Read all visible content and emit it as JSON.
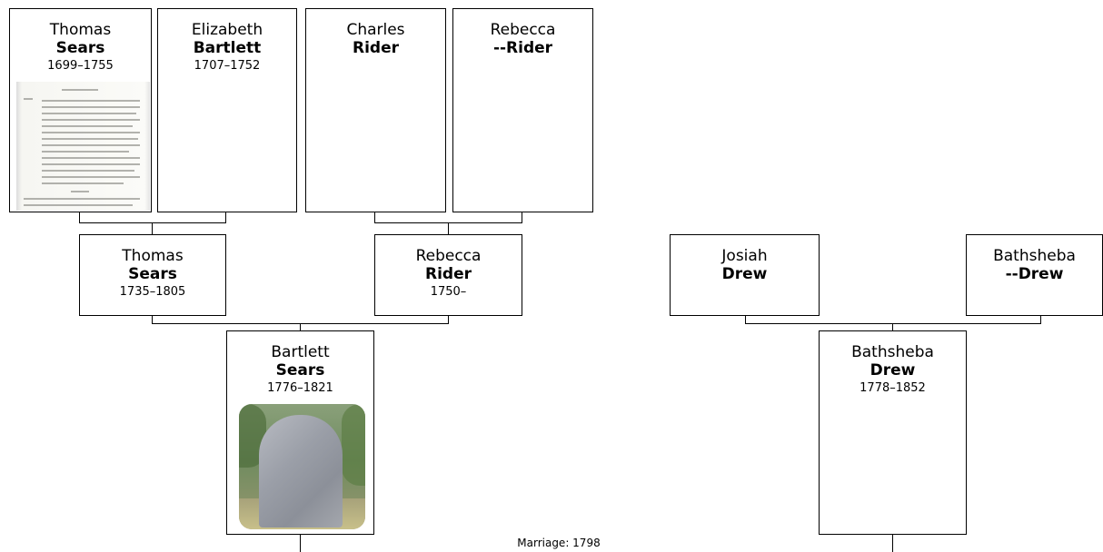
{
  "people": {
    "thomas_sr": {
      "given": "Thomas",
      "surname": "Sears",
      "dates": "1699–1755"
    },
    "elizabeth": {
      "given": "Elizabeth",
      "surname": "Bartlett",
      "dates": "1707–1752"
    },
    "charles": {
      "given": "Charles",
      "surname": "Rider",
      "dates": ""
    },
    "rebecca_sr": {
      "given": "Rebecca",
      "surname": "--Rider",
      "dates": ""
    },
    "thomas_jr": {
      "given": "Thomas",
      "surname": "Sears",
      "dates": "1735–1805"
    },
    "rebecca_jr": {
      "given": "Rebecca",
      "surname": "Rider",
      "dates": "1750–"
    },
    "josiah": {
      "given": "Josiah",
      "surname": "Drew",
      "dates": ""
    },
    "bathsheba_sr": {
      "given": "Bathsheba",
      "surname": "--Drew",
      "dates": ""
    },
    "bartlett": {
      "given": "Bartlett",
      "surname": "Sears",
      "dates": "1776–1821"
    },
    "bathsheba_jr": {
      "given": "Bathsheba",
      "surname": "Drew",
      "dates": "1778–1852"
    }
  },
  "marriage": "Marriage: 1798",
  "photos": {
    "thomas_sr": "document-page-icon",
    "bartlett": "gravestone-photo"
  }
}
